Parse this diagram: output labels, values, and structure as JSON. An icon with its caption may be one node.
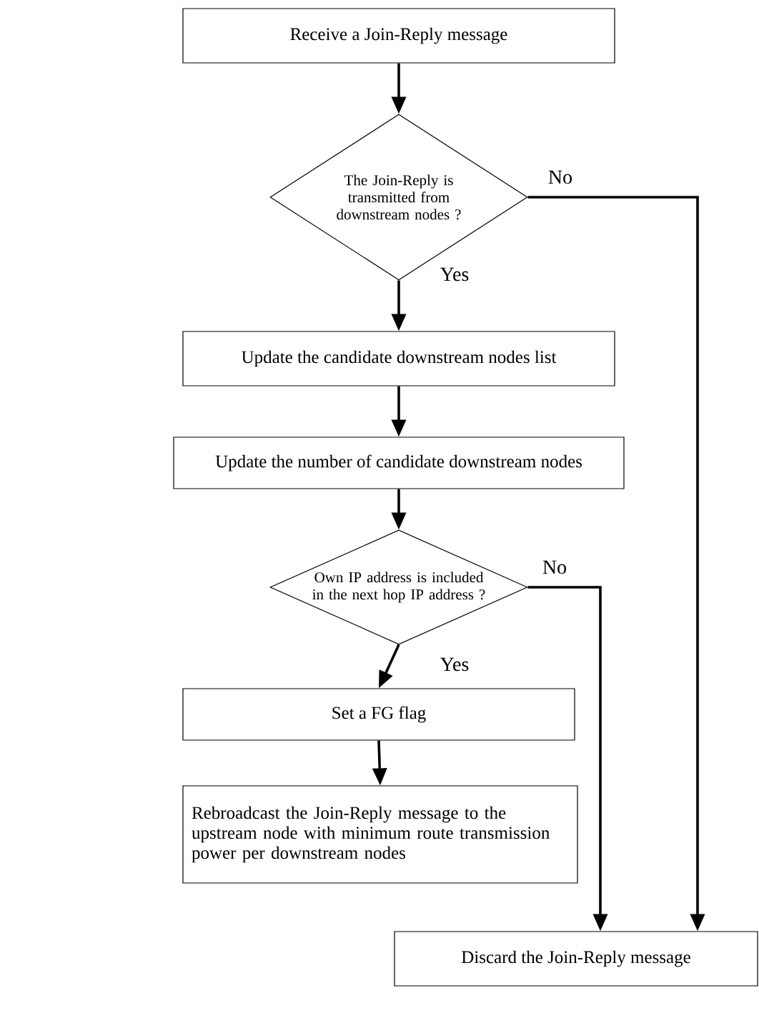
{
  "diagram": {
    "nodes": [
      {
        "text": [
          "Receive a Join-Reply message"
        ]
      },
      {
        "text": [
          "The Join-Reply is transmitted from downstream nodes ?"
        ]
      },
      {
        "text": [
          "Update the candidate downstream nodes list"
        ]
      },
      {
        "text": [
          "Update the number of candidate downstream nodes"
        ]
      },
      {
        "text": [
          "Own IP address is included in the next hop IP address ?"
        ]
      },
      {
        "text": [
          "Set a FG flag"
        ]
      },
      {
        "text": [
          "Rebroadcast the Join-Reply message to the upstream node with minimum route transmission power per downstream nodes"
        ]
      },
      {
        "text": [
          "Discard the Join-Reply message"
        ]
      }
    ],
    "edges": [
      {
        "from": 0,
        "to": 1,
        "arrow": "to"
      },
      {
        "from": 1,
        "to": 2,
        "arrow": "to",
        "label": "Yes"
      },
      {
        "from": 2,
        "to": 3,
        "arrow": "to"
      },
      {
        "from": 3,
        "to": 4,
        "arrow": "to"
      },
      {
        "from": 4,
        "to": 5,
        "arrow": "to",
        "label": "Yes"
      },
      {
        "from": 5,
        "to": 6,
        "arrow": "to"
      },
      {
        "from": 1,
        "to": 7,
        "arrow": "to",
        "label": "No"
      },
      {
        "from": 4,
        "to": 7,
        "arrow": "to",
        "label": "No"
      }
    ]
  }
}
